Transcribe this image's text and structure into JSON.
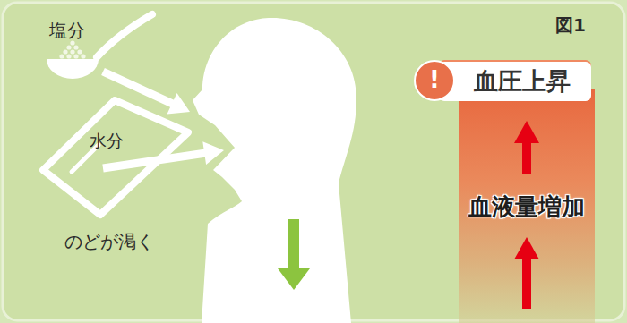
{
  "diagram": {
    "nodes": [
      {
        "text": [
          "!"
        ]
      },
      {
        "text": [
          "血圧上昇"
        ]
      },
      {
        "text": [
          "血液量増加"
        ]
      }
    ],
    "labels": [
      "塩分",
      "水分",
      "のどが渇く",
      "図1"
    ]
  }
}
